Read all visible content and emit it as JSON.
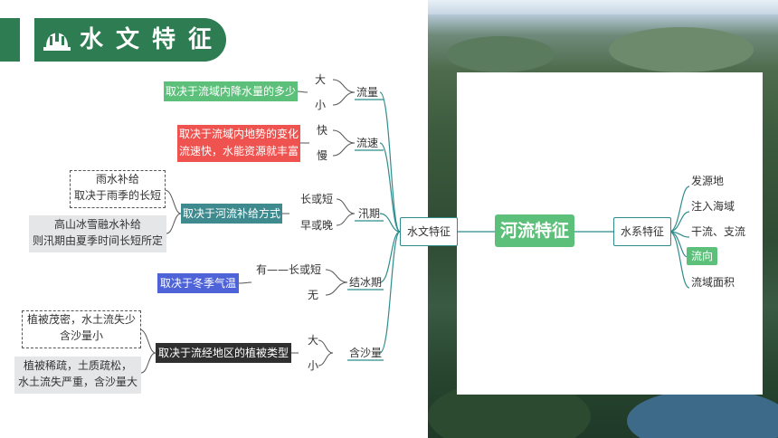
{
  "header": {
    "title": "水文特征"
  },
  "center": {
    "label": "河流特征"
  },
  "hydrology": {
    "label": "水文特征"
  },
  "river_system": {
    "label": "水系特征",
    "items": [
      "发源地",
      "注入海域",
      "干流、支流",
      "流向",
      "流域面积"
    ]
  },
  "flow": {
    "label": "流量",
    "options": [
      "大",
      "小"
    ],
    "note": "取决于流域内降水量的多少"
  },
  "velocity": {
    "label": "流速",
    "options": [
      "快",
      "慢"
    ],
    "note_lines": [
      "取决于流域内地势的变化",
      "流速快，水能资源就丰富"
    ]
  },
  "flood": {
    "label": "汛期",
    "options": [
      "长或短",
      "早或晚"
    ],
    "note": "取决于河流补给方式",
    "rain_lines": [
      "雨水补给",
      "取决于雨季的长短"
    ],
    "snow_lines": [
      "高山冰雪融水补给",
      "则汛期由夏季时间长短所定"
    ]
  },
  "ice": {
    "label": "结冰期",
    "options": [
      "有——长或短",
      "无"
    ],
    "note": "取决于冬季气温"
  },
  "sediment": {
    "label": "含沙量",
    "options": [
      "大",
      "小"
    ],
    "note": "取决于流经地区的植被类型",
    "dense_lines": [
      "植被茂密，水土流失少",
      "含沙量小"
    ],
    "sparse_lines": [
      "植被稀疏，土质疏松，",
      "水土流失严重，含沙量大"
    ]
  },
  "colors": {
    "header_green": "#2e7d52",
    "center_green": "#5cc07a",
    "red": "#ef5350",
    "teal": "#3e8a8e",
    "blue": "#4f63d8",
    "dark": "#2f2f2f",
    "line": "#2f8c8c"
  }
}
